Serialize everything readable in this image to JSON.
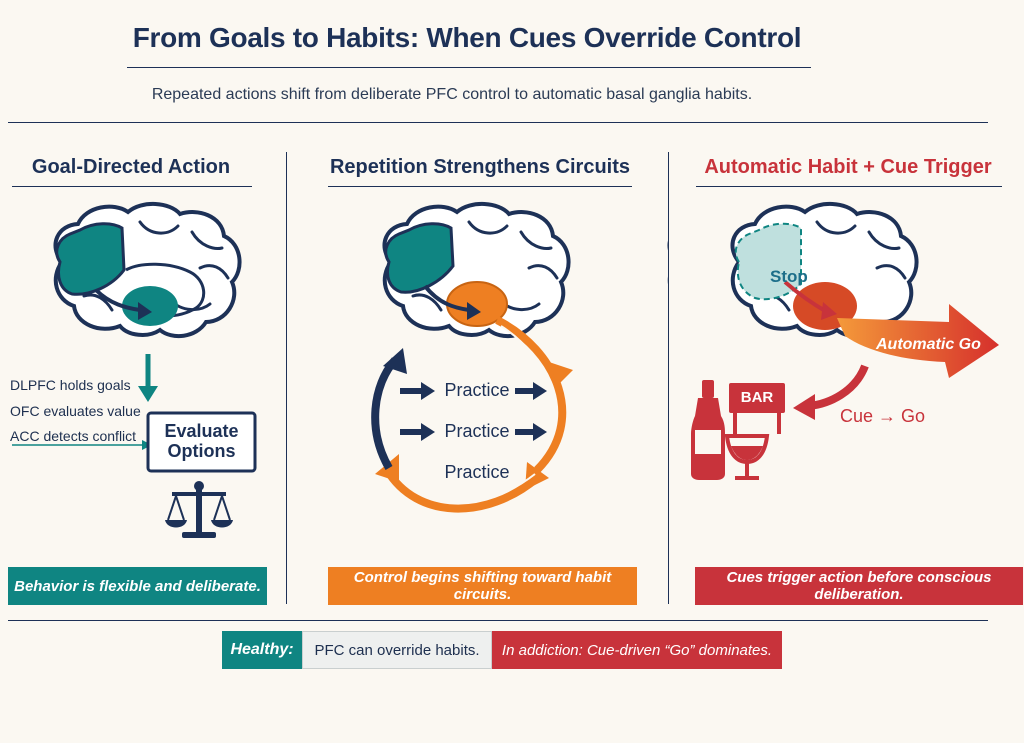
{
  "header": {
    "title": "From Goals to Habits: When Cues Override Control",
    "subtitle": "Repeated actions shift from deliberate PFC control to automatic basal ganglia habits."
  },
  "panels": [
    {
      "title": "Goal-Directed Action",
      "labels": [
        "DLPFC holds goals",
        "OFC evaluates value",
        "ACC detects conflict"
      ],
      "box_line1": "Evaluate",
      "box_line2": "Options",
      "banner": "Behavior is flexible and deliberate."
    },
    {
      "title": "Repetition Strengthens Circuits",
      "practice": [
        "Practice",
        "Practice",
        "Practice"
      ],
      "banner": "Control begins shifting toward habit circuits."
    },
    {
      "title": "Automatic Habit + Cue Trigger",
      "stop_label": "Stop",
      "go_label": "Automatic Go",
      "bar_sign": "BAR",
      "cue_label": "Cue → Go",
      "banner": "Cues trigger action before conscious deliberation."
    }
  ],
  "footer": {
    "healthy_label": "Healthy:",
    "healthy_text": "PFC can override habits.",
    "addiction_text": "In addiction: Cue-driven “Go” dominates."
  },
  "colors": {
    "navy": "#1d3157",
    "teal": "#0f8582",
    "orange": "#ee7f22",
    "red": "#c8333b"
  }
}
